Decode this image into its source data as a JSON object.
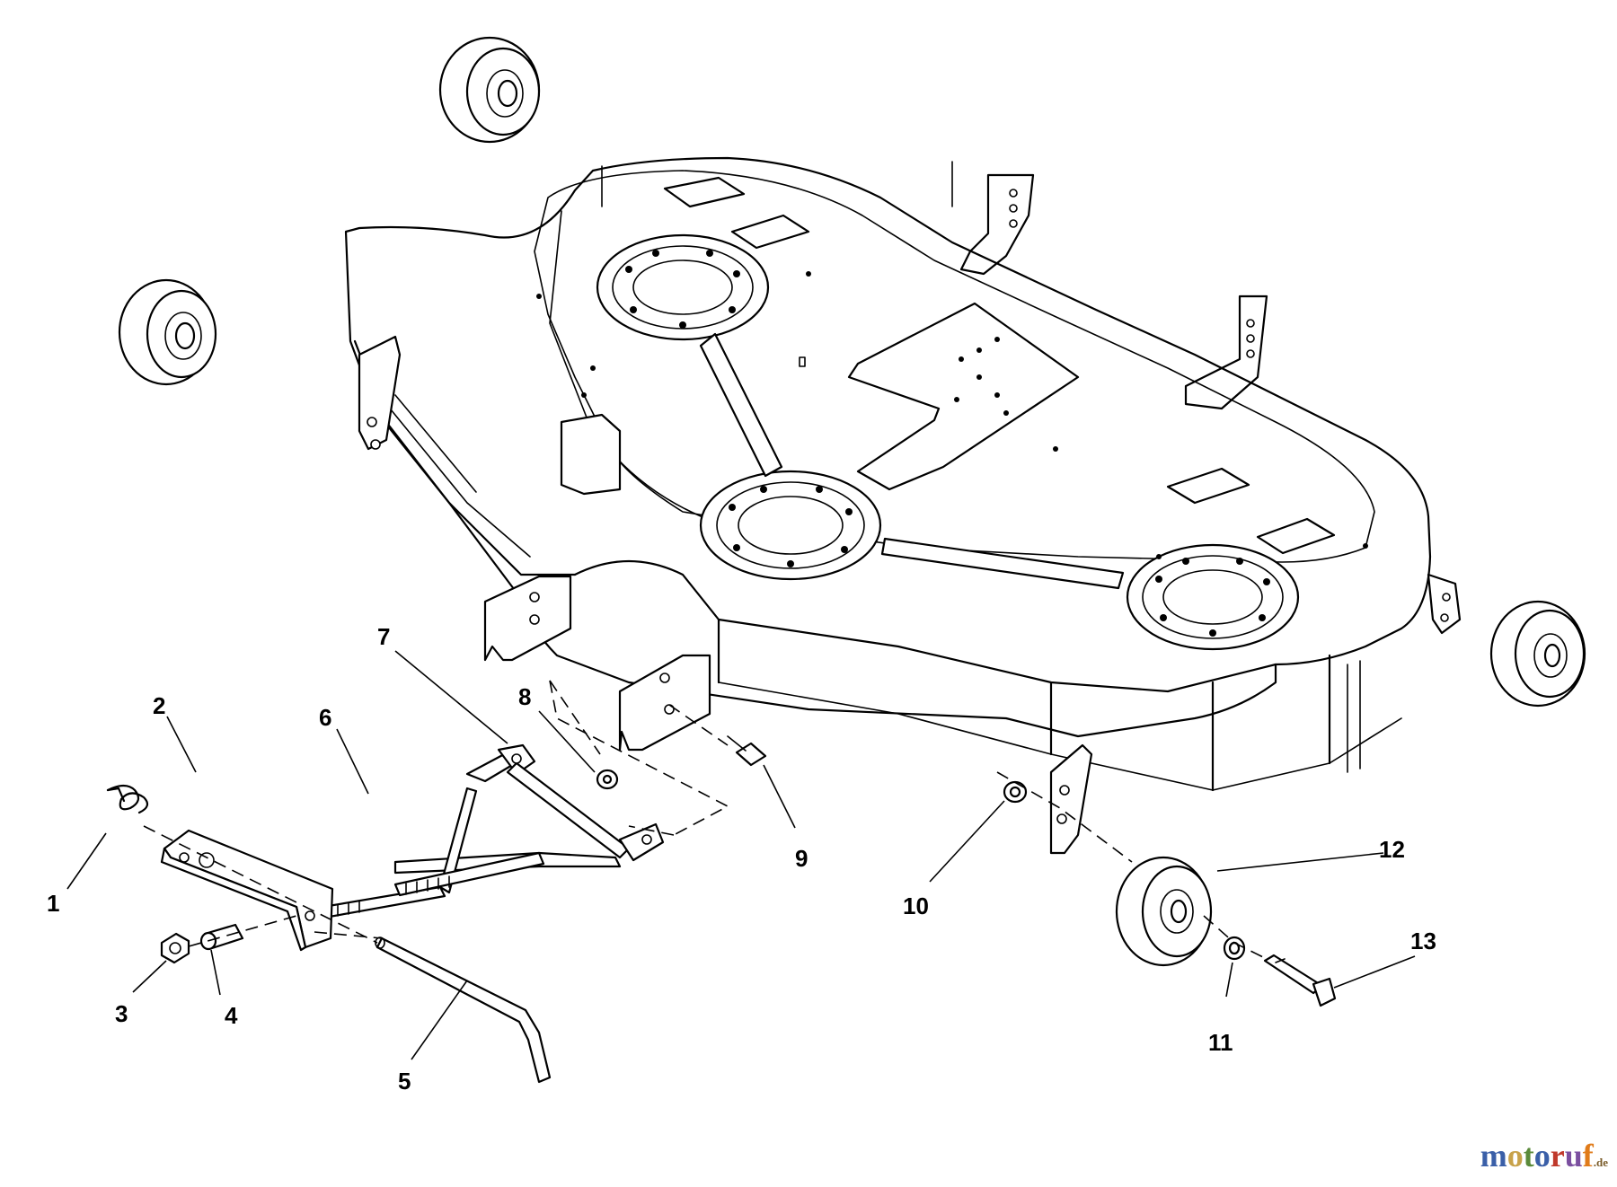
{
  "callouts": [
    "1",
    "2",
    "3",
    "4",
    "5",
    "6",
    "7",
    "8",
    "9",
    "10",
    "11",
    "12",
    "13"
  ],
  "watermark": {
    "letters": [
      "m",
      "o",
      "t",
      "o",
      "r",
      "u",
      "f"
    ],
    "colors": [
      "#3a5fa8",
      "#c8a24a",
      "#5a8a3a",
      "#3a5fa8",
      "#c0392b",
      "#7b4fa0",
      "#e07b1a"
    ],
    "suffix": ".de"
  }
}
